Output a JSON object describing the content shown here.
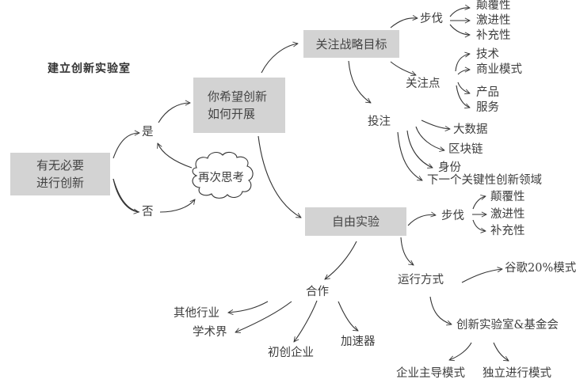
{
  "title": "建立创新实验室",
  "nodes": {
    "need": {
      "line1": "有无必要",
      "line2": "进行创新"
    },
    "yes": "是",
    "no": "否",
    "rethink": "再次思考",
    "how": {
      "line1": "你希望创新",
      "line2": "如何开展"
    },
    "strategic": "关注战略目标",
    "free": "自由实验"
  },
  "strategic_branch": {
    "pace": {
      "label": "步伐",
      "items": [
        "颠覆性",
        "激进性",
        "补充性"
      ]
    },
    "focus": {
      "label": "关注点",
      "items": [
        "技术",
        "商业模式",
        "产品",
        "服务"
      ]
    },
    "invest": {
      "label": "投注",
      "items": [
        "大数据",
        "区块链",
        "身份",
        "下一个关键性创新领域"
      ]
    }
  },
  "free_branch": {
    "pace": {
      "label": "步伐",
      "items": [
        "颠覆性",
        "激进性",
        "补充性"
      ]
    },
    "operation": {
      "label": "运行方式",
      "items": [
        "谷歌20%模式",
        "创新实验室&基金会"
      ],
      "sub_items": [
        "企业主导模式",
        "独立进行模式"
      ]
    },
    "cooperation": {
      "label": "合作",
      "items": [
        "其他行业",
        "学术界",
        "初创企业",
        "加速器"
      ]
    }
  },
  "colors": {
    "box_fill": "#d3d3d3",
    "line": "#333333",
    "text": "#3d3d3d"
  }
}
